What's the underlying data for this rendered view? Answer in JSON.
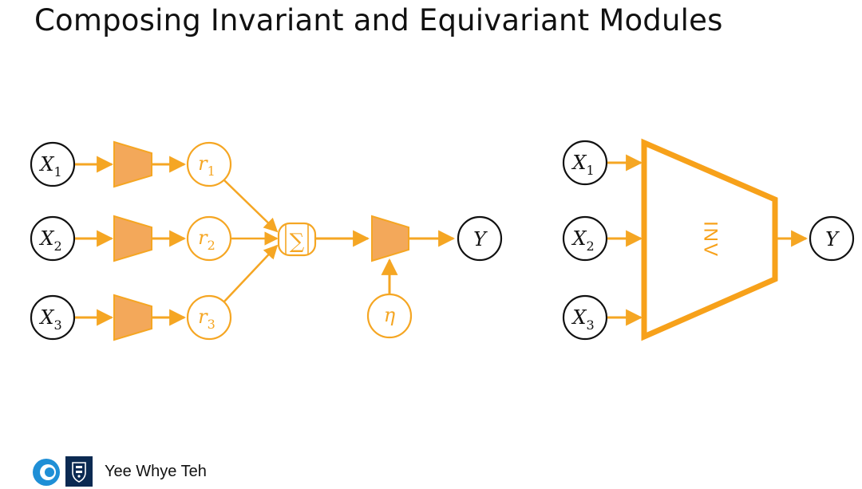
{
  "title": "Composing Invariant and Equivariant Modules",
  "colors": {
    "orange": "#F5A623",
    "orange_fill": "#F3A85A",
    "orange_bold": "#F7A11A",
    "black": "#111111"
  },
  "left_diagram": {
    "inputs": [
      {
        "base": "X",
        "sub": "1"
      },
      {
        "base": "X",
        "sub": "2"
      },
      {
        "base": "X",
        "sub": "3"
      }
    ],
    "representations": [
      {
        "base": "r",
        "sub": "1"
      },
      {
        "base": "r",
        "sub": "2"
      },
      {
        "base": "r",
        "sub": "3"
      }
    ],
    "sum_symbol": "∑",
    "noise": "η",
    "output": "Y"
  },
  "right_diagram": {
    "inputs": [
      {
        "base": "X",
        "sub": "1"
      },
      {
        "base": "X",
        "sub": "2"
      },
      {
        "base": "X",
        "sub": "3"
      }
    ],
    "module_label": "INV",
    "output": "Y"
  },
  "footer": {
    "author": "Yee Whye Teh",
    "logos": [
      "deepmind-logo-icon",
      "oxford-crest-icon"
    ]
  }
}
